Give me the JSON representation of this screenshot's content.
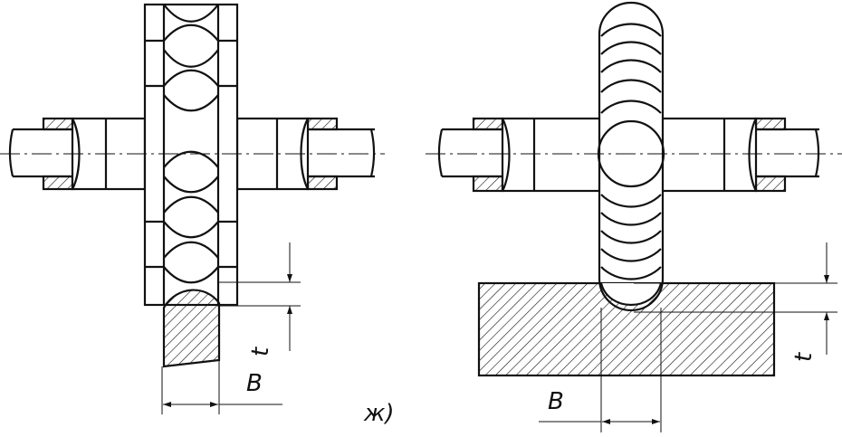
{
  "labels": {
    "t_left": "t",
    "b_left": "B",
    "figure_letter": "ж)",
    "b_right": "B",
    "t_right": "t"
  },
  "colors": {
    "stroke": "#111111",
    "background": "#ffffff"
  }
}
